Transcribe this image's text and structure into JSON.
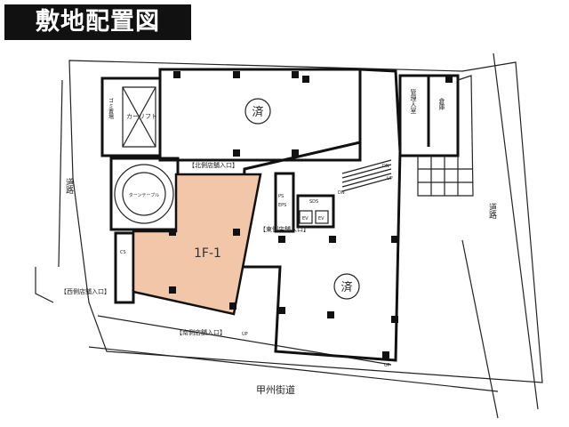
{
  "title": "敷地配置図",
  "unit": {
    "label": "1F-1",
    "color": "#f2c6a8"
  },
  "sumi": [
    "済",
    "済"
  ],
  "entrances": {
    "north": "【北側店舗入口】",
    "east": "【東側店舗入口】",
    "west": "【西側店舗入口】",
    "south": "【南側店舗入口】"
  },
  "roads": {
    "left": "道路",
    "right": "道路",
    "bottom": "甲州街道"
  },
  "rooms": {
    "manager": "管理人室",
    "storage": "倉庫",
    "carlift": "カーリフト",
    "garbage": "ゴミ置場",
    "turntable": "ターンテーブル",
    "ps": "PS",
    "eps": "EPS",
    "sds": "SDS",
    "ev1": "EV",
    "ev2": "EV",
    "cs": "CS",
    "up1": "UP",
    "up2": "UP",
    "up3": "UP",
    "dn1": "DN",
    "dn2": "DN"
  }
}
